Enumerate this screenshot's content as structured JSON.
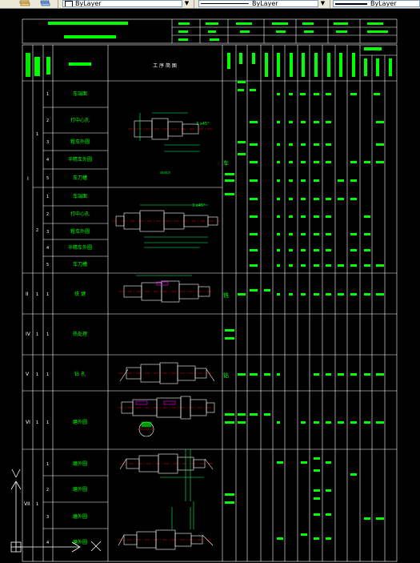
{
  "toolbar": {
    "color_control": "ByLayer",
    "linetype_control": "ByLayer",
    "lineweight_control": "ByLayer"
  },
  "drawing": {
    "big_label_1": "车",
    "big_label_2": "铣",
    "big_label_3": "钻",
    "col_header_sketch": "工 序 简 图",
    "step_1": "车端面",
    "step_2": "打中心孔",
    "step_3": "粗车外圆",
    "step_4": "半精车外圆",
    "step_5": "车刀槽",
    "step_6": "车端面",
    "step_7": "打中心孔",
    "step_8": "粗车外圆",
    "step_9": "半精车外圆",
    "step_10": "车刀槽",
    "step_11": "铣 键",
    "step_12": "热处理",
    "step_13": "钻 孔",
    "step_14": "磨外圆",
    "step_15": "磨外圆",
    "step_16": "磨外圆",
    "step_17": "磨外圆",
    "step_18": "磨外圆",
    "roman_1": "I",
    "roman_2": "II",
    "roman_3": "IV",
    "roman_4": "V",
    "roman_5": "VI",
    "roman_6": "VII",
    "colors": {
      "background": "#000000",
      "lines": "#ffffff",
      "text": "#00ff00",
      "centerline": "#ff0000",
      "dimension": "#00ff66"
    }
  }
}
